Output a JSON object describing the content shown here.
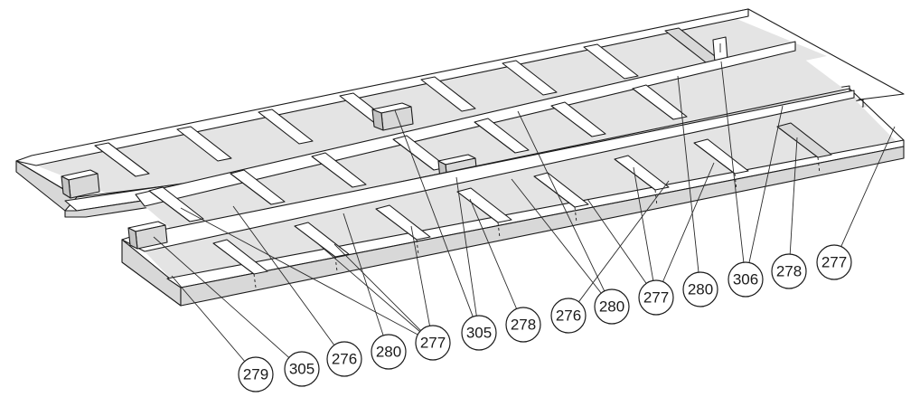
{
  "callouts": [
    {
      "id": "c1",
      "label": "279",
      "targets": [
        "t1"
      ]
    },
    {
      "id": "c2",
      "label": "305",
      "targets": [
        "t2"
      ]
    },
    {
      "id": "c3",
      "label": "276",
      "targets": [
        "t3"
      ]
    },
    {
      "id": "c4",
      "label": "280",
      "targets": [
        "t4"
      ]
    },
    {
      "id": "c5",
      "label": "277",
      "targets": [
        "t5",
        "t6",
        "t7",
        "t8"
      ]
    },
    {
      "id": "c6",
      "label": "305",
      "targets": [
        "t9",
        "t10"
      ]
    },
    {
      "id": "c7",
      "label": "278",
      "targets": [
        "t11"
      ]
    },
    {
      "id": "c8",
      "label": "276",
      "targets": [
        "t12"
      ]
    },
    {
      "id": "c9",
      "label": "280",
      "targets": [
        "t13",
        "t14"
      ]
    },
    {
      "id": "c10",
      "label": "277",
      "targets": [
        "t15",
        "t16",
        "t17"
      ]
    },
    {
      "id": "c11",
      "label": "280",
      "targets": [
        "t18"
      ]
    },
    {
      "id": "c12",
      "label": "306",
      "targets": [
        "t19",
        "t20"
      ]
    },
    {
      "id": "c13",
      "label": "278",
      "targets": [
        "t21"
      ]
    },
    {
      "id": "c14",
      "label": "277",
      "targets": [
        "t22"
      ]
    }
  ]
}
